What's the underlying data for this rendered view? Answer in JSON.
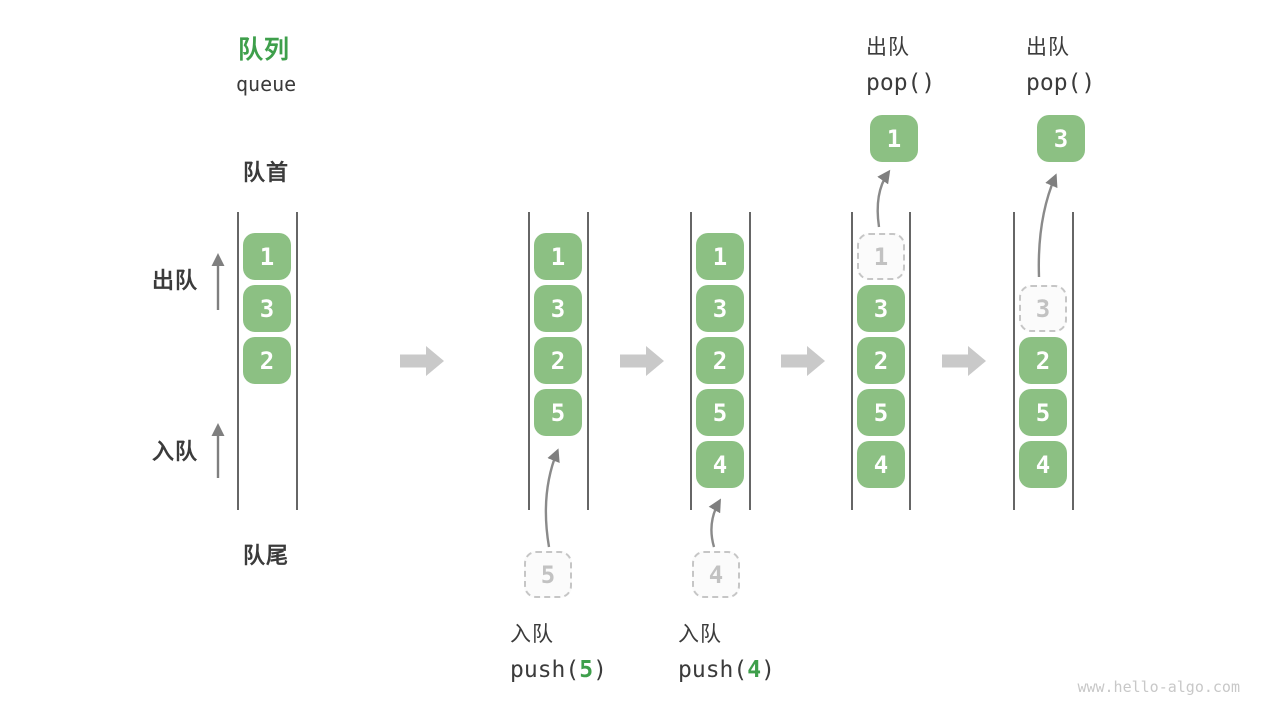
{
  "header": {
    "title_cn": "队列",
    "title_en": "queue"
  },
  "labels": {
    "front": "队首",
    "rear": "队尾",
    "dequeue": "出队",
    "enqueue": "入队"
  },
  "watermark": "www.hello-algo.com",
  "colors": {
    "box_green": "#8cc083",
    "accent_green": "#3e9f4b",
    "block_arrow_gray": "#c9c9c9",
    "line_gray": "#666666",
    "curve_arrow_gray": "#838383",
    "ghost_border": "#c6c6c6",
    "ghost_text": "#c2c2c2",
    "text_dark": "#3b3b3b"
  },
  "queues": [
    {
      "name": "initial-state",
      "slots": [
        {
          "value": "1",
          "type": "filled"
        },
        {
          "value": "3",
          "type": "filled"
        },
        {
          "value": "2",
          "type": "filled"
        }
      ]
    },
    {
      "name": "after-push-5",
      "slots": [
        {
          "value": "1",
          "type": "filled"
        },
        {
          "value": "3",
          "type": "filled"
        },
        {
          "value": "2",
          "type": "filled"
        },
        {
          "value": "5",
          "type": "filled"
        }
      ],
      "incoming": {
        "value": "5"
      },
      "op": {
        "title": "入队",
        "code_prefix": "push(",
        "code_arg": "5",
        "code_suffix": ")"
      }
    },
    {
      "name": "after-push-4",
      "slots": [
        {
          "value": "1",
          "type": "filled"
        },
        {
          "value": "3",
          "type": "filled"
        },
        {
          "value": "2",
          "type": "filled"
        },
        {
          "value": "5",
          "type": "filled"
        },
        {
          "value": "4",
          "type": "filled"
        }
      ],
      "incoming": {
        "value": "4"
      },
      "op": {
        "title": "入队",
        "code_prefix": "push(",
        "code_arg": "4",
        "code_suffix": ")"
      }
    },
    {
      "name": "after-pop-1",
      "slots": [
        {
          "value": "1",
          "type": "ghost"
        },
        {
          "value": "3",
          "type": "filled"
        },
        {
          "value": "2",
          "type": "filled"
        },
        {
          "value": "5",
          "type": "filled"
        },
        {
          "value": "4",
          "type": "filled"
        }
      ],
      "popped": {
        "value": "1"
      },
      "op": {
        "title": "出队",
        "code_prefix": "pop()",
        "code_arg": "",
        "code_suffix": ""
      }
    },
    {
      "name": "after-pop-3",
      "slots": [
        {
          "value": "3",
          "type": "ghost"
        },
        {
          "value": "2",
          "type": "filled"
        },
        {
          "value": "5",
          "type": "filled"
        },
        {
          "value": "4",
          "type": "filled"
        }
      ],
      "popped": {
        "value": "3"
      },
      "op": {
        "title": "出队",
        "code_prefix": "pop()",
        "code_arg": "",
        "code_suffix": ""
      }
    }
  ]
}
